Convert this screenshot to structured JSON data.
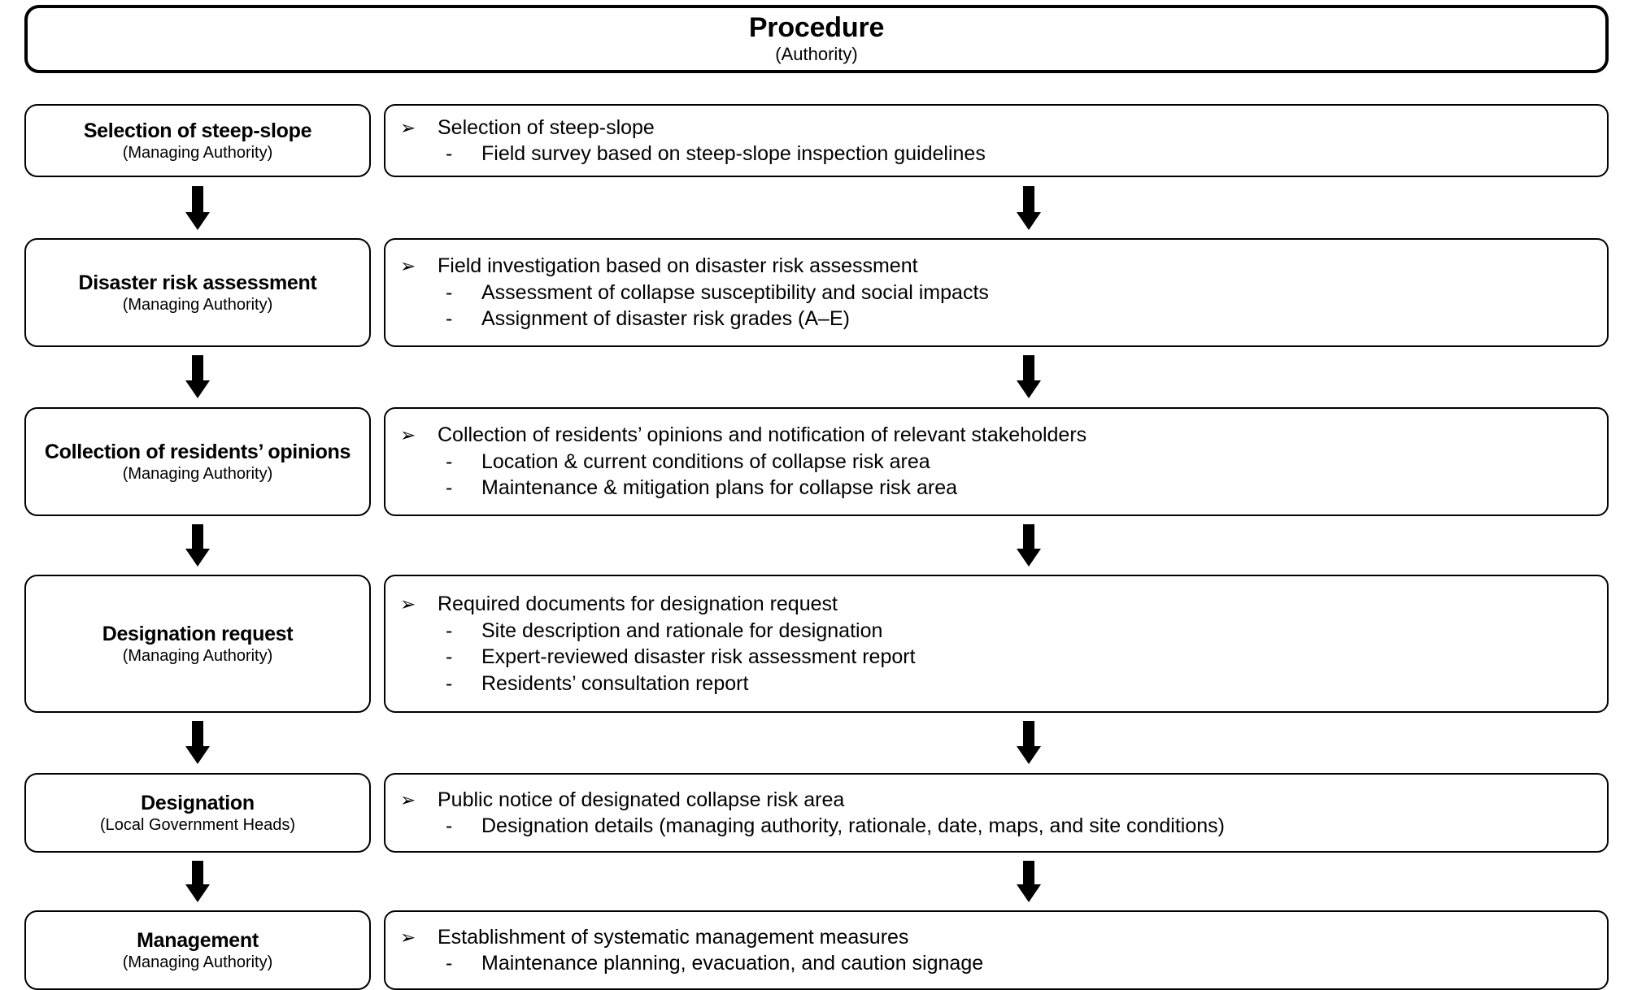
{
  "header": {
    "title": "Procedure",
    "subtitle": "(Authority)"
  },
  "bullet_marks": {
    "main": "➢",
    "sub": "-"
  },
  "colors": {
    "stroke": "#000000",
    "background": "#ffffff",
    "text": "#000000"
  },
  "steps": [
    {
      "title": "Selection of steep-slope",
      "authority": "(Managing Authority)",
      "details": [
        {
          "level": "main",
          "text": "Selection of steep-slope"
        },
        {
          "level": "sub",
          "text": "Field survey based on steep-slope inspection guidelines"
        }
      ]
    },
    {
      "title": "Disaster risk assessment",
      "authority": "(Managing Authority)",
      "details": [
        {
          "level": "main",
          "text": "Field investigation based on disaster risk assessment"
        },
        {
          "level": "sub",
          "text": "Assessment of collapse susceptibility and social impacts"
        },
        {
          "level": "sub",
          "text": "Assignment of disaster risk grades (A–E)"
        }
      ]
    },
    {
      "title": "Collection of residents’ opinions",
      "authority": "(Managing Authority)",
      "details": [
        {
          "level": "main",
          "text": "Collection of residents’ opinions and notification of relevant stakeholders"
        },
        {
          "level": "sub",
          "text": "Location & current conditions of collapse risk area"
        },
        {
          "level": "sub",
          "text": "Maintenance & mitigation plans for collapse risk area"
        }
      ]
    },
    {
      "title": "Designation request",
      "authority": "(Managing Authority)",
      "details": [
        {
          "level": "main",
          "text": "Required documents for designation request"
        },
        {
          "level": "sub",
          "text": "Site description and rationale for designation"
        },
        {
          "level": "sub",
          "text": "Expert-reviewed disaster risk assessment report"
        },
        {
          "level": "sub",
          "text": "Residents’ consultation report"
        }
      ]
    },
    {
      "title": "Designation",
      "authority": "(Local Government Heads)",
      "details": [
        {
          "level": "main",
          "text": "Public notice of designated collapse risk area"
        },
        {
          "level": "sub",
          "text": "Designation details (managing authority, rationale, date, maps, and site conditions)"
        }
      ]
    },
    {
      "title": "Management",
      "authority": "(Managing Authority)",
      "details": [
        {
          "level": "main",
          "text": "Establishment of systematic management measures"
        },
        {
          "level": "sub",
          "text": "Maintenance planning, evacuation, and caution signage"
        }
      ]
    }
  ],
  "flow_connectors": [
    {
      "from": "Selection of steep-slope",
      "to": "Disaster risk assessment"
    },
    {
      "from": "Disaster risk assessment",
      "to": "Collection of residents’ opinions"
    },
    {
      "from": "Collection of residents’ opinions",
      "to": "Designation request"
    },
    {
      "from": "Designation request",
      "to": "Designation"
    },
    {
      "from": "Designation",
      "to": "Management"
    }
  ]
}
